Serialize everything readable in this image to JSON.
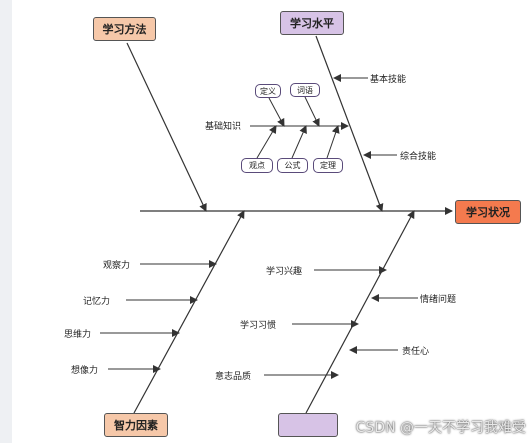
{
  "head": {
    "label": "学习状况",
    "color": "#f47a4e"
  },
  "categories": {
    "methods": {
      "label": "学习方法",
      "color": "#f6c8a9"
    },
    "level": {
      "label": "学习水平",
      "color": "#d7c3e6"
    },
    "intellect": {
      "label": "智力因素",
      "color": "#f6c8a9"
    },
    "other": {
      "label": "",
      "color": "#d7c3e6"
    }
  },
  "causes": {
    "basic_skill": "基本技能",
    "basic_knowledge": "基础知识",
    "comprehensive_skill": "综合技能",
    "observation": "观察力",
    "memory": "记忆力",
    "thinking": "思维力",
    "imagination": "想像力",
    "interest": "学习兴趣",
    "emotion": "情绪问题",
    "habit": "学习习惯",
    "responsibility": "责任心",
    "willpower": "意志品质"
  },
  "sub_items": {
    "definition": "定义",
    "vocabulary": "词语",
    "viewpoint": "观点",
    "formula": "公式",
    "theorem": "定理"
  },
  "watermark": "CSDN @一天不学习我难受",
  "colors": {
    "line": "#333333",
    "pill_border": "#5a4b7a"
  }
}
